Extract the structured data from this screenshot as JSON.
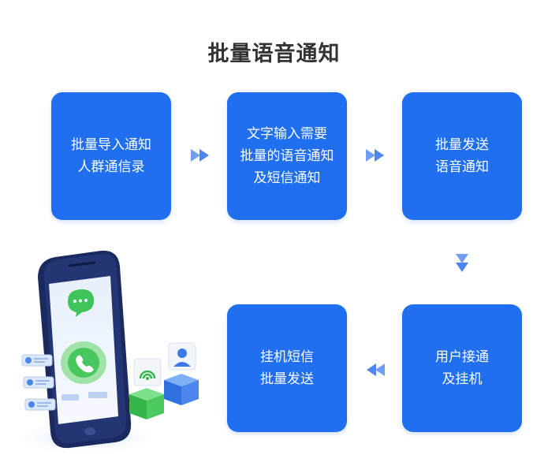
{
  "title": "批量语音通知",
  "steps": [
    {
      "lines": [
        "批量导入通知",
        "人群通信录"
      ]
    },
    {
      "lines": [
        "文字输入需要",
        "批量的语音通知",
        "及短信通知"
      ]
    },
    {
      "lines": [
        "批量发送",
        "语音通知"
      ]
    },
    {
      "lines": [
        "用户接通",
        "及挂机"
      ]
    },
    {
      "lines": [
        "挂机短信",
        "批量发送"
      ]
    }
  ],
  "colors": {
    "box": "#1f6ff0",
    "arrow": "#5b8ff0",
    "title": "#333333"
  },
  "icons": [
    "fast-forward-icon",
    "phone-icon",
    "chat-bubble-icon",
    "wifi-icon",
    "user-avatar-icon"
  ]
}
